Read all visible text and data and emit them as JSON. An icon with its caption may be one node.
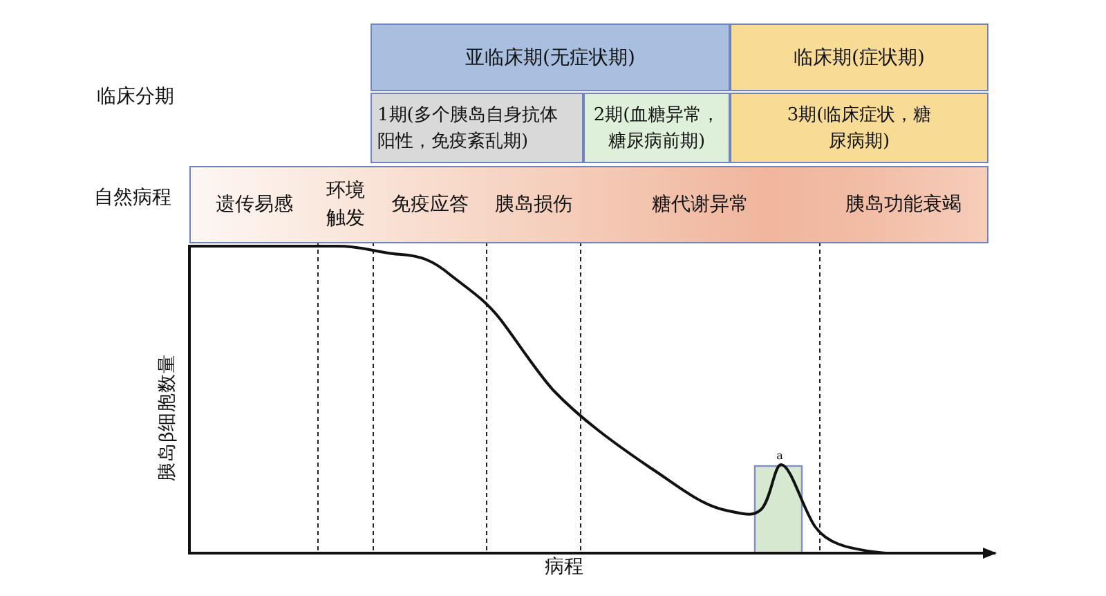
{
  "diagram": {
    "nodes": [
      {
        "text": [
          "亚临床期(无症状期)"
        ]
      },
      {
        "text": [
          "临床期(症状期)"
        ]
      },
      {
        "text": [
          "1期(多个胰岛自身抗体阳性，免疫紊乱期)"
        ]
      },
      {
        "text": [
          "2期(血糖异常，糖尿病前期)"
        ]
      },
      {
        "text": [
          "3期(临床症状，糖尿病期)"
        ]
      },
      {
        "text": [
          "遗传易感"
        ]
      },
      {
        "text": [
          "环境触发"
        ]
      },
      {
        "text": [
          "免疫应答"
        ]
      },
      {
        "text": [
          "胰岛损伤"
        ]
      },
      {
        "text": [
          "糖代谢异常"
        ]
      },
      {
        "text": [
          "胰岛功能衰竭"
        ]
      }
    ],
    "labels": [
      "临床分期",
      "自然病程",
      "胰岛β细胞数量",
      "a",
      "病程"
    ]
  }
}
